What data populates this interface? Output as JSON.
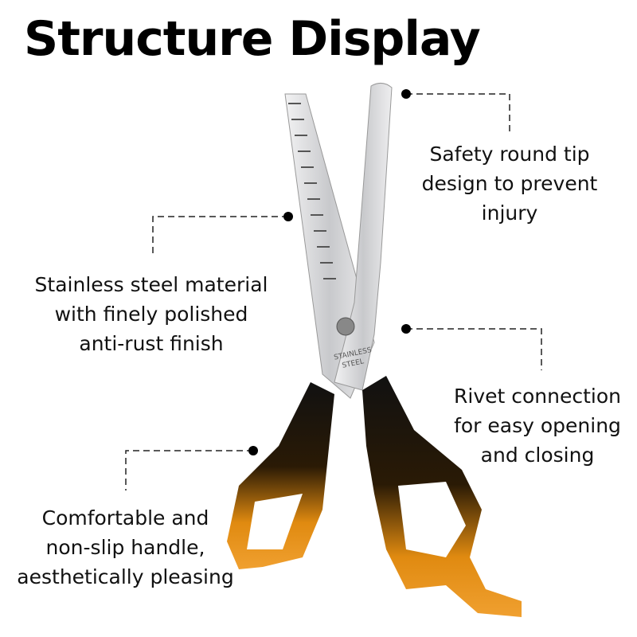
{
  "title": "Structure Display",
  "callouts": {
    "tip": [
      "Safety round tip",
      "design to prevent",
      "injury"
    ],
    "material": [
      "Stainless steel material",
      "with finely polished",
      "anti-rust finish"
    ],
    "rivet": [
      "Rivet connection",
      "for easy opening",
      "and closing"
    ],
    "handle": [
      "Comfortable and",
      "non-slip handle,",
      "aesthetically pleasing"
    ]
  },
  "engraving": [
    "STAINLESS",
    "STEEL"
  ],
  "colors": {
    "handle_black": "#111111",
    "handle_amber": "#e08a10",
    "blade": "#d9dadc"
  }
}
